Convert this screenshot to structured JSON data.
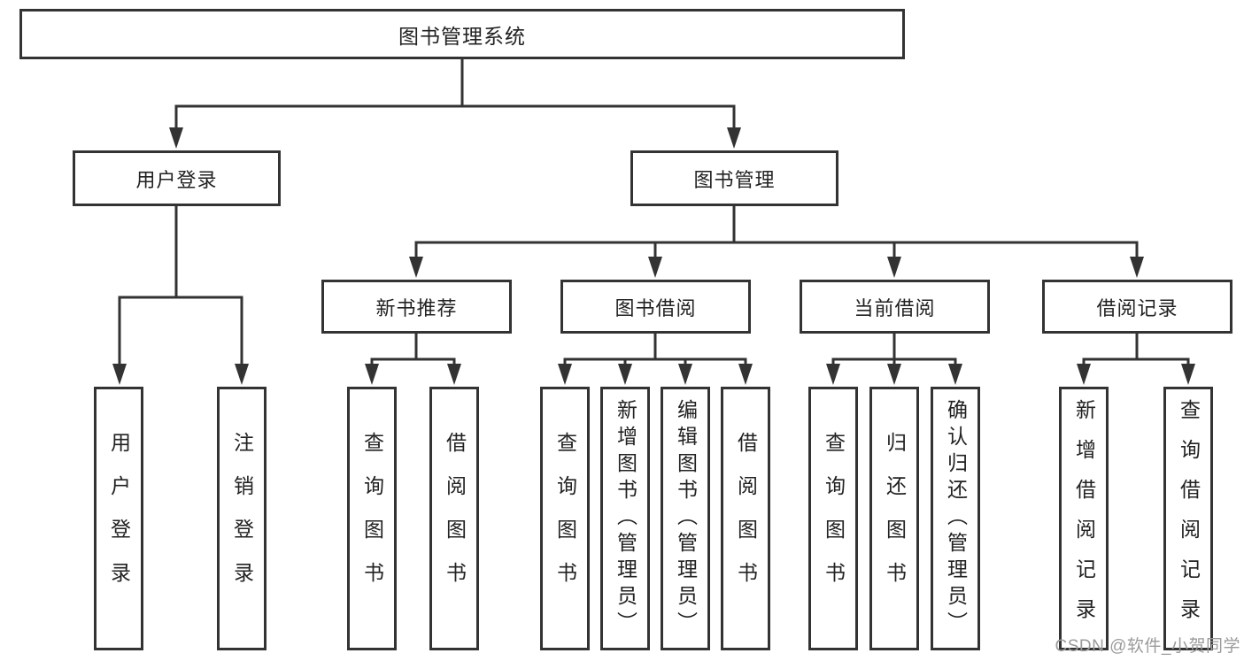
{
  "colors": {
    "line": "#333333",
    "text": "#222222",
    "background": "#ffffff",
    "watermark_color": "#9b9b9b"
  },
  "watermark": "CSDN @软件_小贺同学",
  "tree": {
    "label": "图书管理系统",
    "children": [
      {
        "label": "用户登录",
        "children": [
          {
            "label": "用户登录"
          },
          {
            "label": "注销登录"
          }
        ]
      },
      {
        "label": "图书管理",
        "children": [
          {
            "label": "新书推荐",
            "children": [
              {
                "label": "查询图书"
              },
              {
                "label": "借阅图书"
              }
            ]
          },
          {
            "label": "图书借阅",
            "children": [
              {
                "label": "查询图书"
              },
              {
                "label": "新增图书（管理员）"
              },
              {
                "label": "编辑图书（管理员）"
              },
              {
                "label": "借阅图书"
              }
            ]
          },
          {
            "label": "当前借阅",
            "children": [
              {
                "label": "查询图书"
              },
              {
                "label": "归还图书"
              },
              {
                "label": "确认归还（管理员）"
              }
            ]
          },
          {
            "label": "借阅记录",
            "children": [
              {
                "label": "新增借阅记录"
              },
              {
                "label": "查询借阅记录"
              }
            ]
          }
        ]
      }
    ]
  }
}
